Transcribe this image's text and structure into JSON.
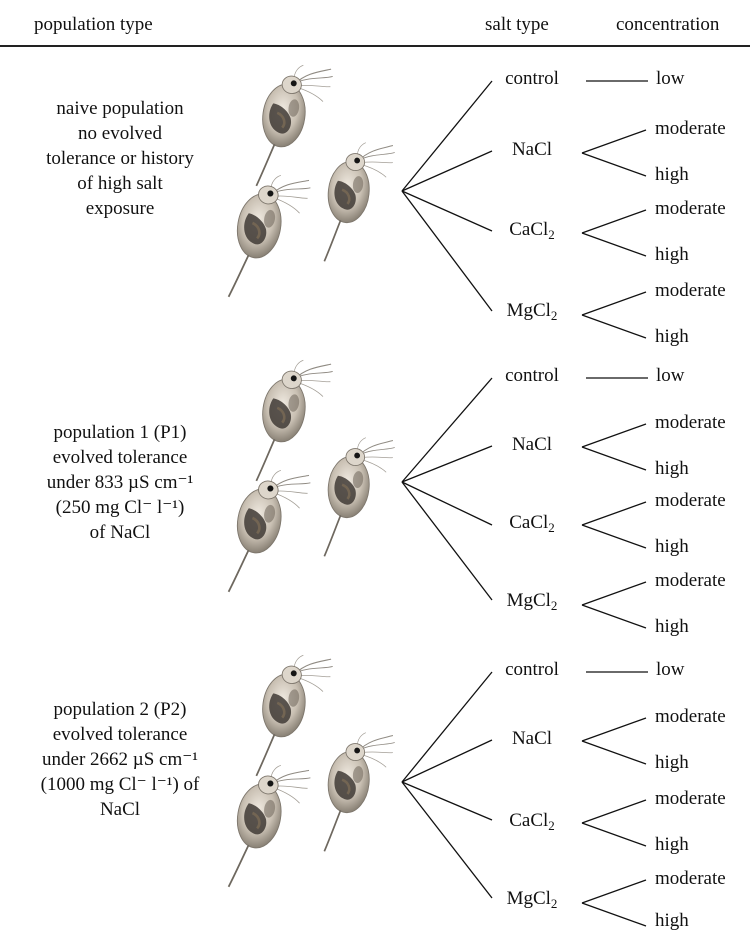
{
  "header": {
    "population_type": "population type",
    "salt_type": "salt type",
    "concentration": "concentration"
  },
  "populations": [
    {
      "lines": [
        "naive population",
        "no evolved",
        "tolerance or history",
        "of high salt",
        "exposure"
      ]
    },
    {
      "lines": [
        "population 1 (P1)",
        "evolved tolerance",
        "under 833 µS cm⁻¹",
        "(250 mg Cl⁻ l⁻¹)",
        "of NaCl"
      ]
    },
    {
      "lines": [
        "population 2 (P2)",
        "evolved tolerance",
        "under 2662 µS cm⁻¹",
        "(1000 mg Cl⁻ l⁻¹) of",
        "NaCl"
      ]
    }
  ],
  "salts": {
    "control": "control",
    "nacl": "NaCl",
    "cacl2_base": "CaCl",
    "cacl2_sub": "2",
    "mgcl2_base": "MgCl",
    "mgcl2_sub": "2"
  },
  "concentrations": {
    "low": "low",
    "moderate": "moderate",
    "high": "high"
  },
  "icons": {
    "organism": "daphnia-icon"
  }
}
